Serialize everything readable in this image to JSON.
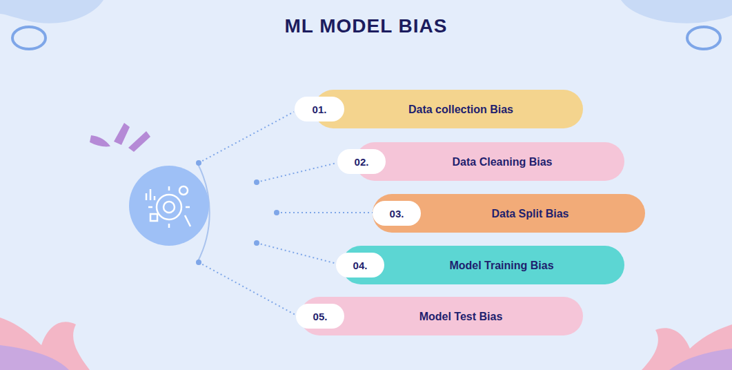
{
  "diagram": {
    "title": "ML MODEL BIAS",
    "nodes": [
      {
        "text": [
          "Data collection Bias"
        ]
      },
      {
        "text": [
          "01."
        ],
        "in": 0
      },
      {
        "text": [
          "Data Cleaning Bias"
        ]
      },
      {
        "text": [
          "02."
        ],
        "in": 2
      },
      {
        "text": [
          "Data Split Bias"
        ]
      },
      {
        "text": [
          "03."
        ],
        "in": 4
      },
      {
        "text": [
          "Model Training Bias"
        ]
      },
      {
        "text": [
          "04."
        ],
        "in": 6
      },
      {
        "text": [
          "Model Test Bias"
        ]
      },
      {
        "text": [
          "05."
        ],
        "in": 8
      }
    ]
  }
}
